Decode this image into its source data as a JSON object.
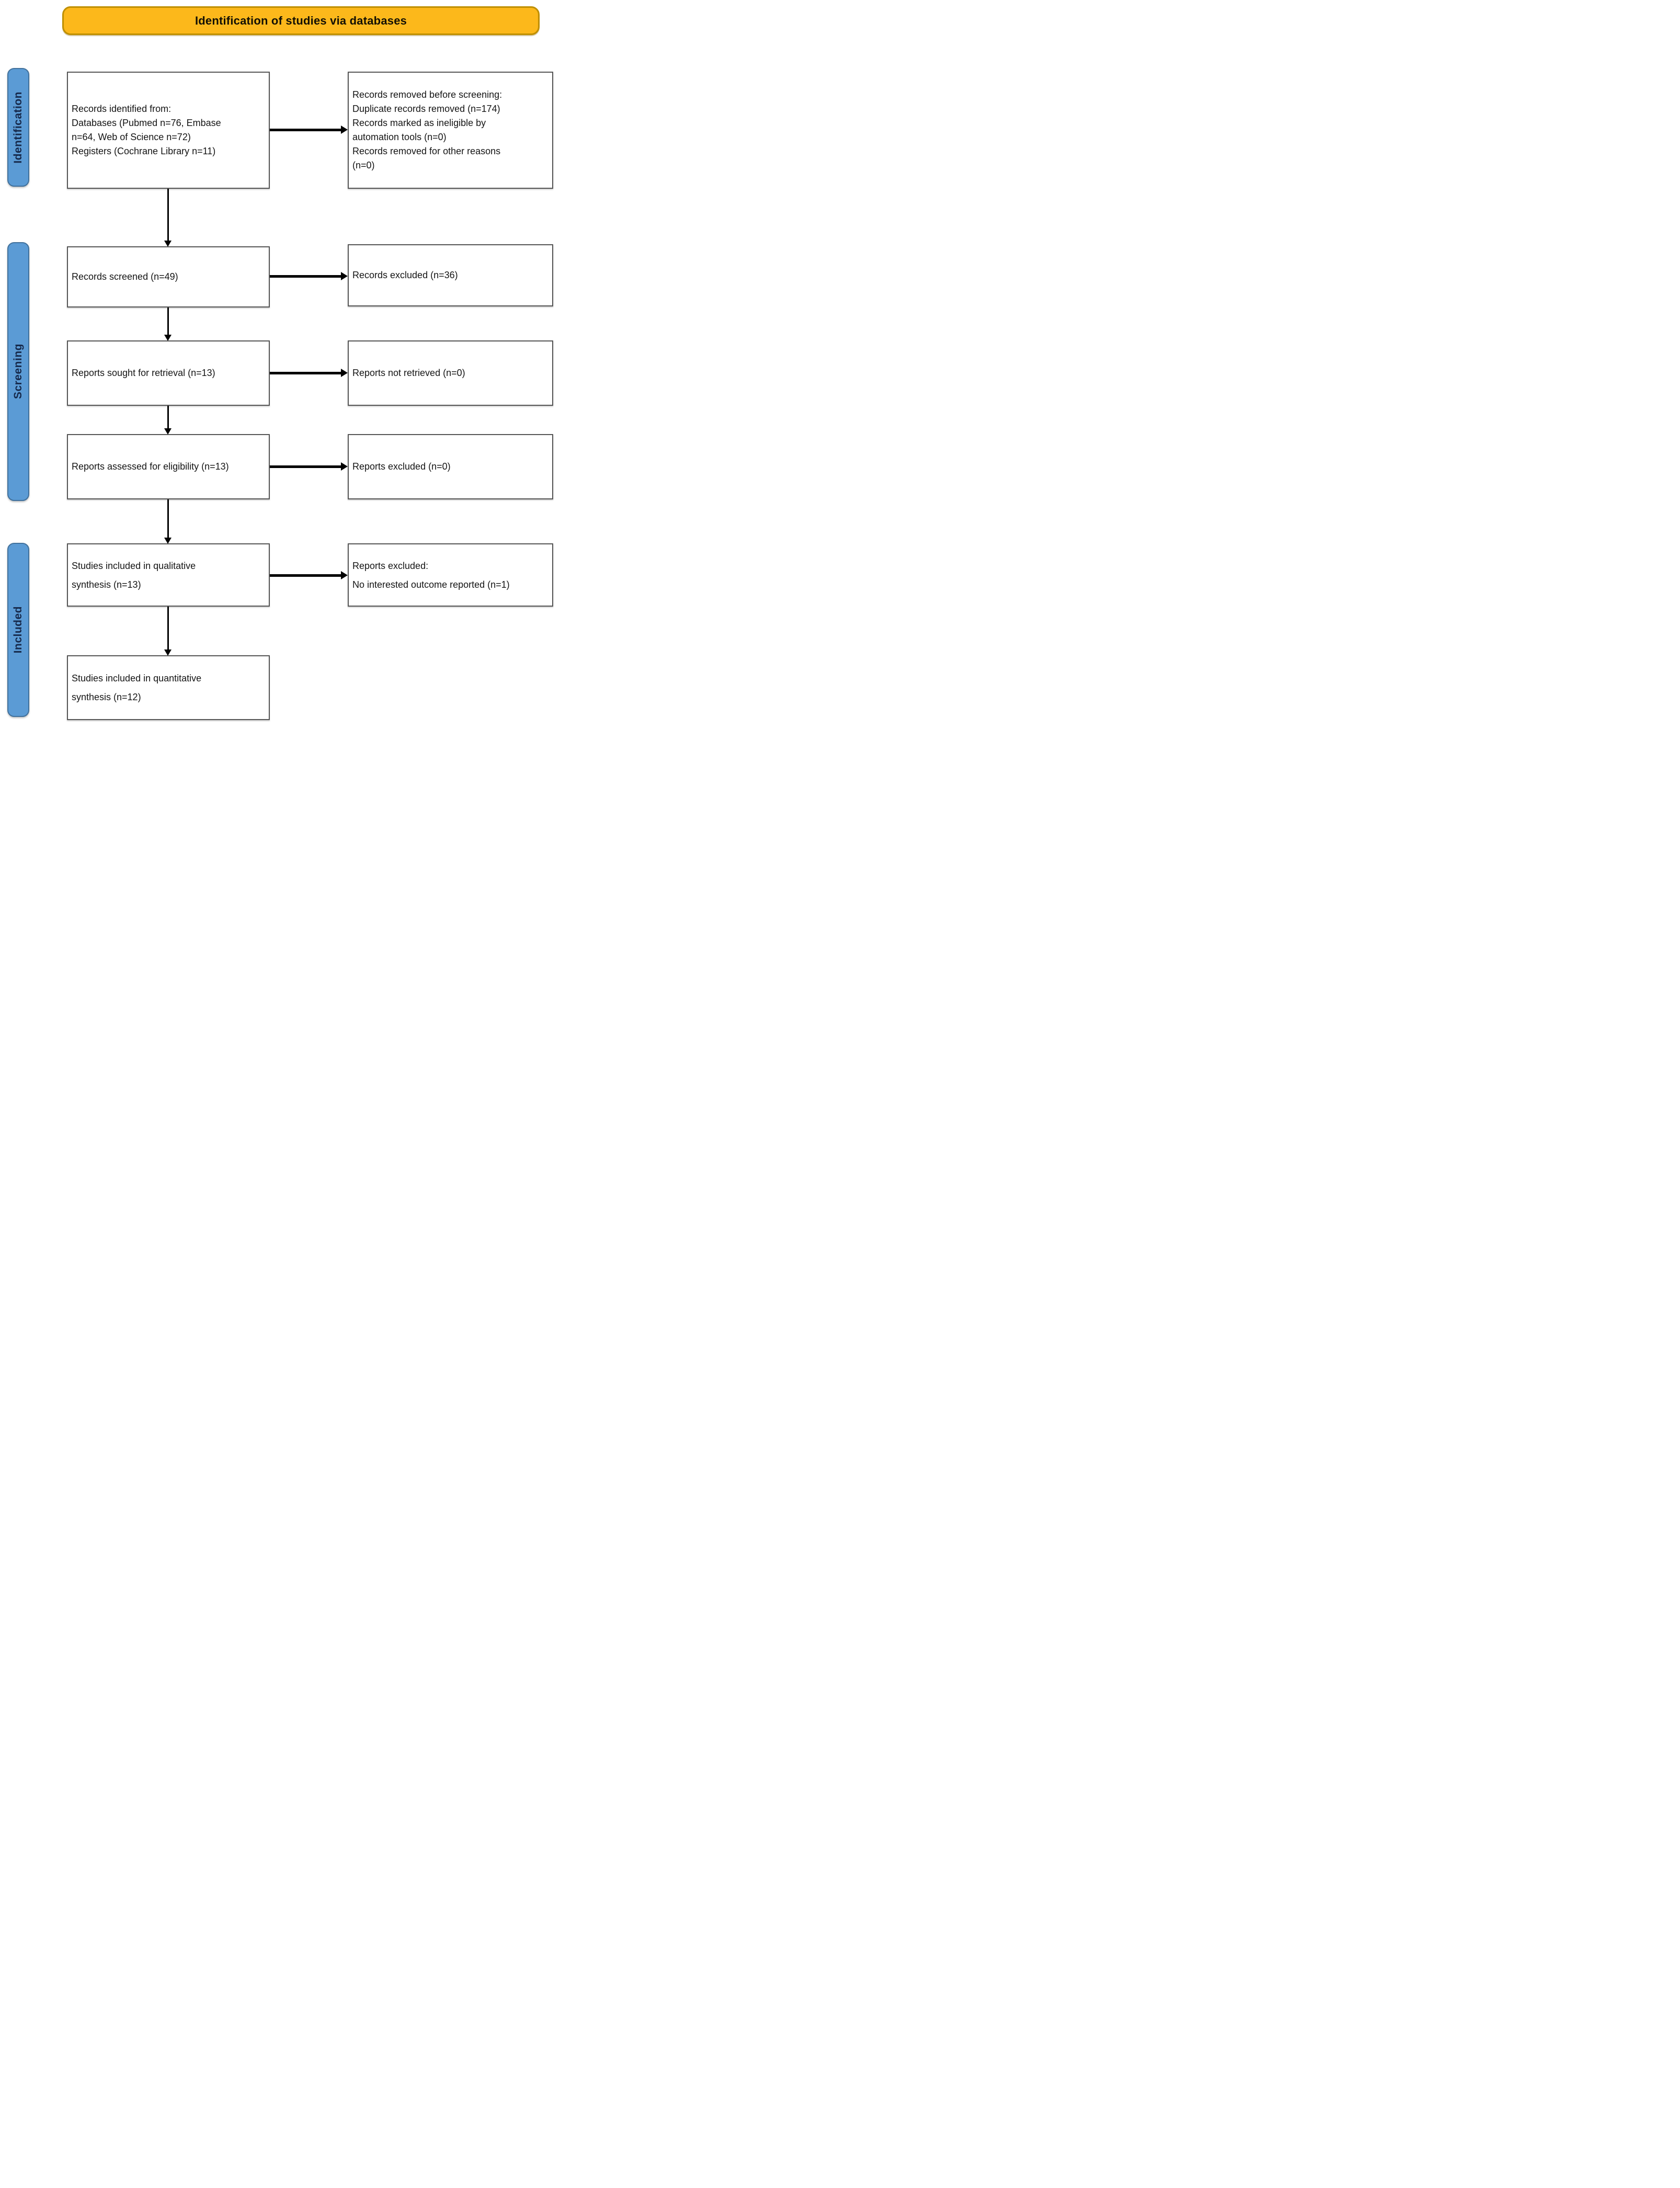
{
  "banner": {
    "title": "Identification of studies via databases"
  },
  "stages": [
    {
      "label": "Identification"
    },
    {
      "label": "Screening"
    },
    {
      "label": "Included"
    }
  ],
  "boxes": {
    "records_identified": "Records identified from:\nDatabases (Pubmed n=76, Embase\nn=64, Web of Science n=72)\nRegisters (Cochrane Library n=11)",
    "records_removed": "Records removed before screening:\nDuplicate records removed (n=174)\nRecords marked as ineligible by\nautomation tools (n=0)\nRecords removed for other reasons\n(n=0)",
    "records_screened": "Records screened (n=49)",
    "records_excluded": "Records excluded (n=36)",
    "reports_sought": "Reports sought for retrieval (n=13)",
    "reports_not_retrieved": "Reports not retrieved (n=0)",
    "reports_assessed": "Reports assessed for eligibility (n=13)",
    "reports_excluded": "Reports excluded (n=0)",
    "qualitative_included": "Studies included in qualitative\nsynthesis (n=13)",
    "reports_excluded_outcome": "Reports excluded:\nNo interested outcome reported (n=1)",
    "quantitative_included": "Studies included in quantitative\nsynthesis (n=12)"
  },
  "colors": {
    "banner_fill": "#FCB81B",
    "banner_border": "#BF8F00",
    "stage_fill": "#5B9BD5",
    "stage_border": "#41719C",
    "stage_text": "#16294B",
    "box_border": "#565656",
    "arrow": "#000000"
  }
}
